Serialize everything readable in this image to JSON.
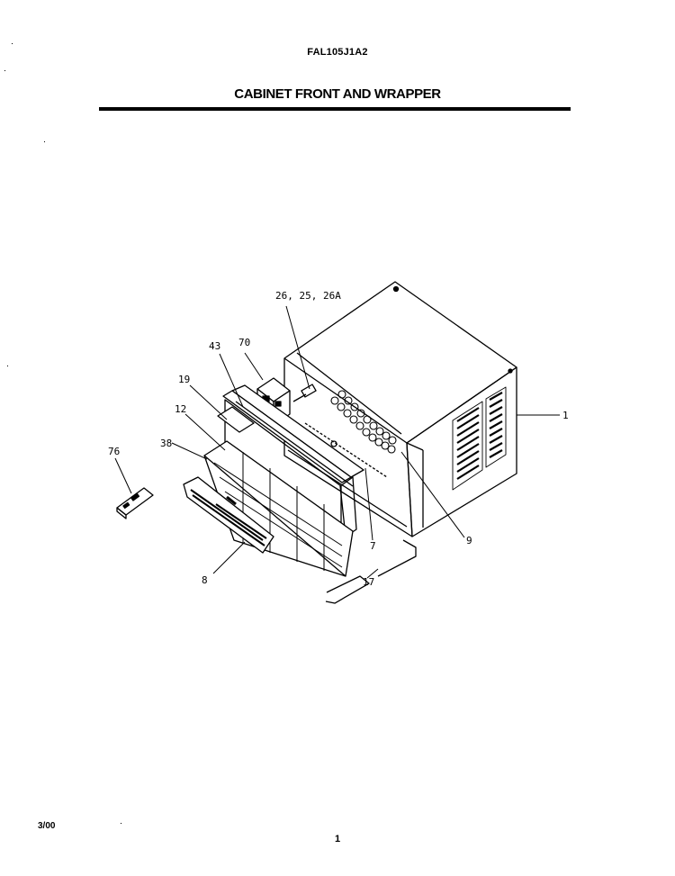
{
  "header": {
    "model_number": "FAL105J1A2",
    "section_title": "CABINET FRONT AND WRAPPER"
  },
  "callouts": [
    {
      "id": "c-26-25-26a",
      "label": "26, 25, 26A"
    },
    {
      "id": "c-43",
      "label": "43"
    },
    {
      "id": "c-70",
      "label": "70"
    },
    {
      "id": "c-19",
      "label": "19"
    },
    {
      "id": "c-12",
      "label": "12"
    },
    {
      "id": "c-38",
      "label": "38"
    },
    {
      "id": "c-76",
      "label": "76"
    },
    {
      "id": "c-1",
      "label": "1"
    },
    {
      "id": "c-7",
      "label": "7"
    },
    {
      "id": "c-9",
      "label": "9"
    },
    {
      "id": "c-17",
      "label": "17"
    },
    {
      "id": "c-8",
      "label": "8"
    }
  ],
  "footer": {
    "date": "3/00",
    "page": "1"
  }
}
